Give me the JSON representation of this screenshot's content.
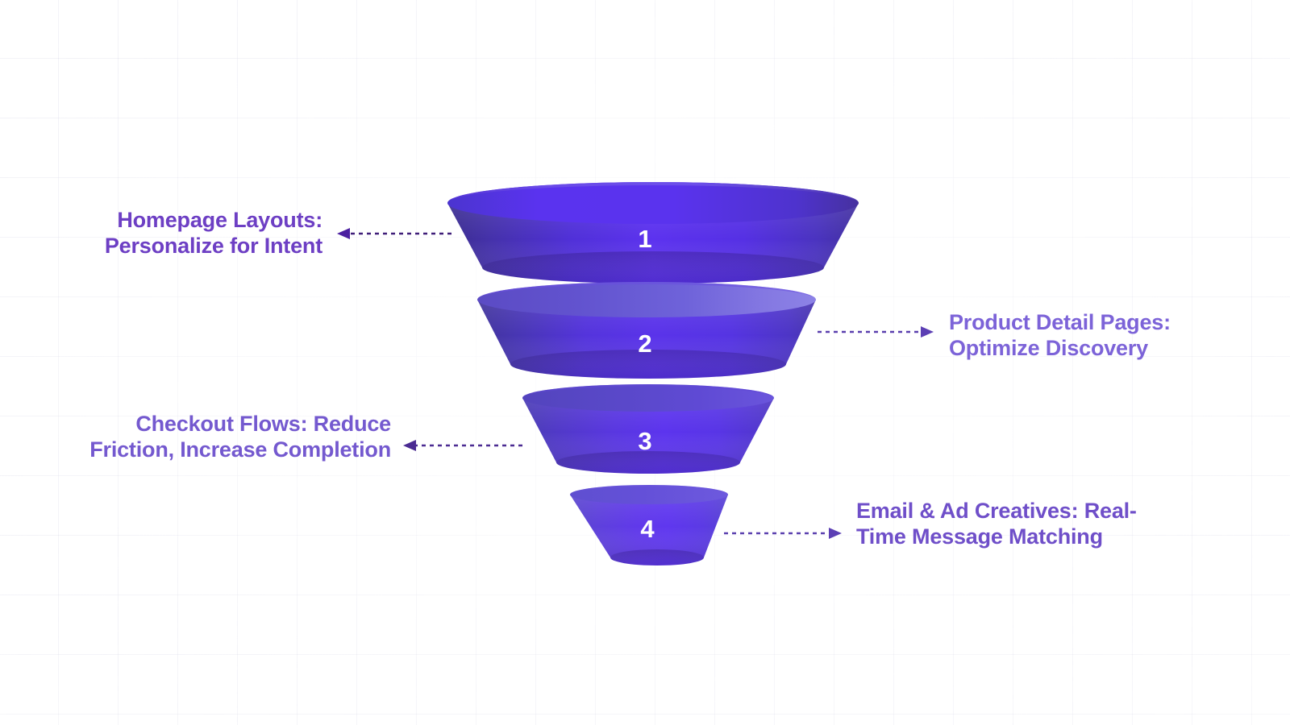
{
  "diagram": {
    "type": "funnel",
    "title": "",
    "background": {
      "color": "#ffffff",
      "grid": true,
      "grid_color": "#e7e7f2"
    },
    "palette": {
      "funnel_dark": "#3f2f96",
      "funnel_mid": "#5331e0",
      "funnel_bright": "#5f35f2",
      "funnel_light": "#6f57e8",
      "label_dark": "#6d3fc4",
      "label_light": "#7c63d8",
      "arrow_dark": "#4b2b92",
      "arrow_light": "#6b4fc9",
      "number_color": "#ffffff"
    },
    "stages": [
      {
        "number": "1",
        "label": "Homepage Layouts:\nPersonalize for Intent",
        "side": "left",
        "label_color": "#6d3fc4",
        "arrow_color": "#3f1d78"
      },
      {
        "number": "2",
        "label": "Product Detail Pages:\nOptimize Discovery",
        "side": "right",
        "label_color": "#7c63d8",
        "arrow_color": "#5a3fae"
      },
      {
        "number": "3",
        "label": "Checkout Flows: Reduce\nFriction, Increase Completion",
        "side": "left",
        "label_color": "#7459cf",
        "arrow_color": "#4b2b92"
      },
      {
        "number": "4",
        "label": "Email & Ad Creatives: Real-\nTime Message Matching",
        "side": "right",
        "label_color": "#6f4fc9",
        "arrow_color": "#5a3fae"
      }
    ]
  }
}
